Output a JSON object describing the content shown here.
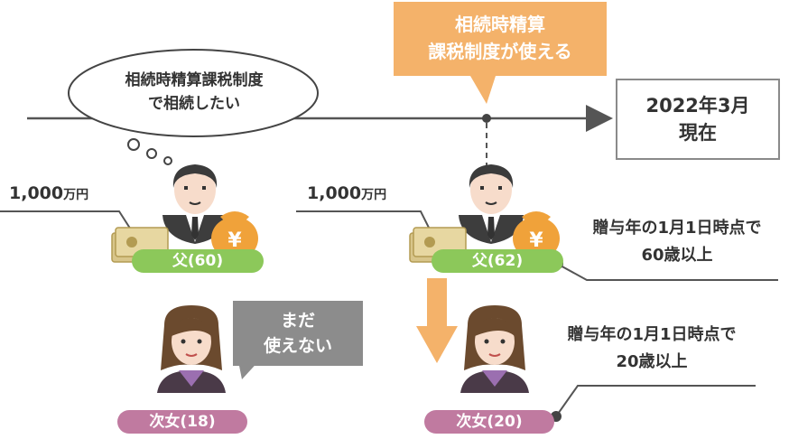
{
  "callout_top": {
    "line1": "相続時精算",
    "line2": "課税制度が使える"
  },
  "thought_bubble": {
    "line1": "相続時精算課税制度",
    "line2": "で相続したい"
  },
  "date_box": {
    "line1": "2022年3月",
    "line2": "現在"
  },
  "left_father": {
    "amount": "1,000",
    "unit": "万円",
    "badge": "父(60)"
  },
  "right_father": {
    "amount": "1,000",
    "unit": "万円",
    "badge": "父(62)"
  },
  "left_daughter": {
    "badge": "次女(18)"
  },
  "right_daughter": {
    "badge": "次女(20)"
  },
  "speech_box": {
    "line1": "まだ",
    "line2": "使えない"
  },
  "condition_father": {
    "line1": "贈与年の1月1日時点で",
    "line2": "60歳以上"
  },
  "condition_daughter": {
    "line1": "贈与年の1月1日時点で",
    "line2": "20歳以上"
  },
  "colors": {
    "orange": "#f4b26a",
    "green": "#8cc85a",
    "pink": "#c07aa0",
    "gray": "#8c8c8c",
    "line": "#555555"
  }
}
